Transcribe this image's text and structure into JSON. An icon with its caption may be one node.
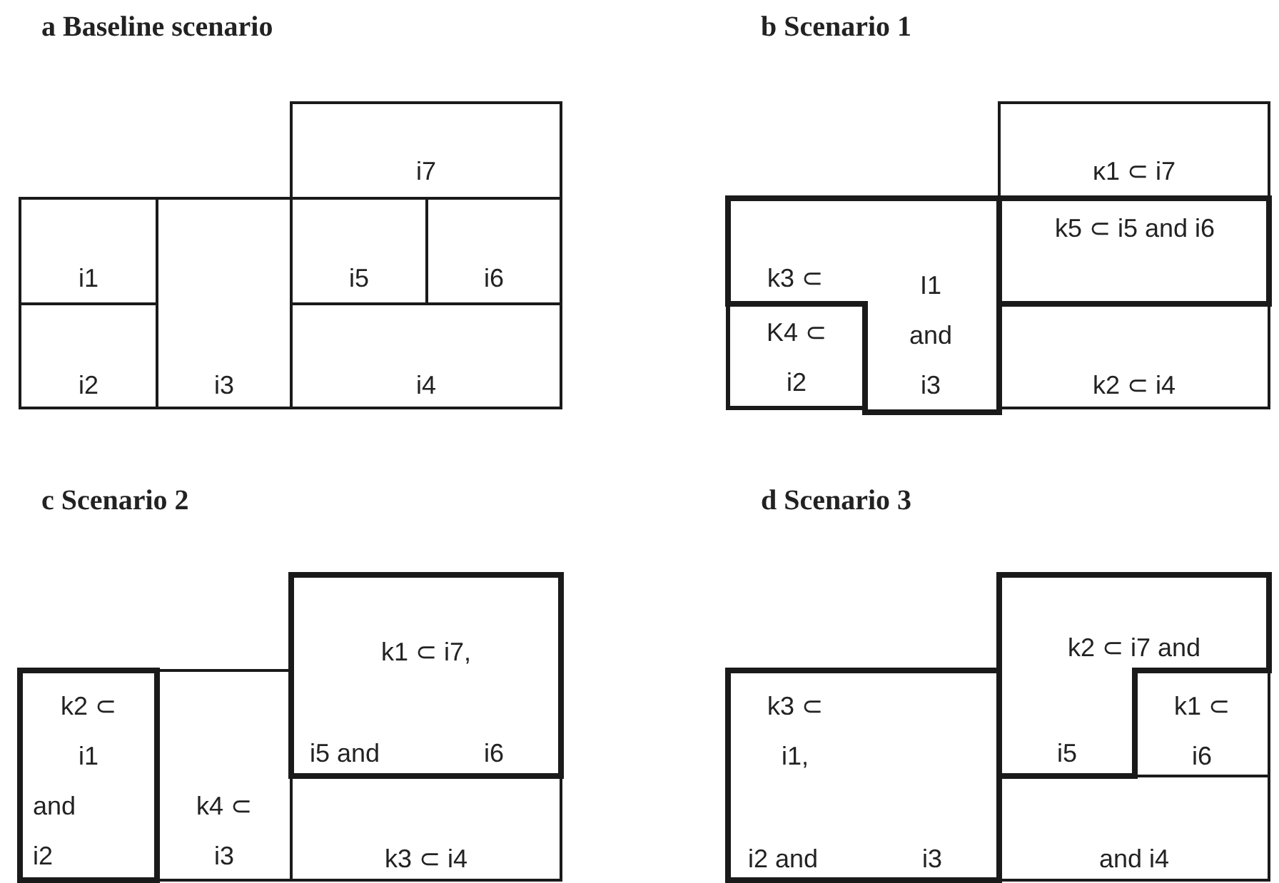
{
  "diagram": {
    "nodes": [
      {
        "text": [
          "i7"
        ]
      },
      {
        "text": [
          "i1"
        ]
      },
      {
        "text": [
          "i3"
        ]
      },
      {
        "text": [
          "i5"
        ]
      },
      {
        "text": [
          "i6"
        ]
      },
      {
        "text": [
          "i2"
        ]
      },
      {
        "text": [
          "i4"
        ]
      },
      {
        "text": [
          "κ1 ⊂ i7"
        ]
      },
      {
        "text": [
          "k3 ⊂",
          "I1 and i3"
        ]
      },
      {
        "text": [
          "k5 ⊂ i5 and i6"
        ]
      },
      {
        "text": [
          "K4 ⊂ i2"
        ]
      },
      {
        "text": [
          "k2 ⊂ i4"
        ]
      },
      {
        "text": [
          "k1 ⊂ i7,",
          "i5 and",
          "i6"
        ]
      },
      {
        "text": [
          "k2 ⊂ i1",
          "and i2"
        ]
      },
      {
        "text": [
          "k4 ⊂ i3"
        ]
      },
      {
        "text": [
          "k3 ⊂ i4"
        ]
      },
      {
        "text": [
          "k2 ⊂ i7 and",
          "i5"
        ]
      },
      {
        "text": [
          "k1 ⊂ i6"
        ]
      },
      {
        "text": [
          "k3 ⊂ i1,",
          "i2 and",
          "i3"
        ]
      },
      {
        "text": [
          "and i4"
        ]
      }
    ],
    "labels": [
      "a Baseline scenario",
      "b Scenario 1",
      "c Scenario 2",
      "d Scenario 3"
    ]
  }
}
